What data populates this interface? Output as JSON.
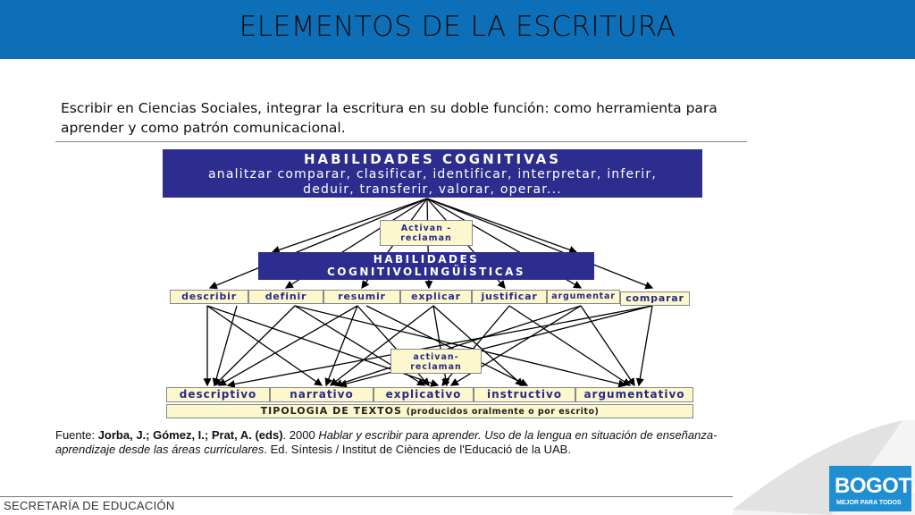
{
  "header": {
    "title": "ELEMENTOS DE LA ESCRITURA"
  },
  "intro": "Escribir en Ciencias Sociales, integrar la escritura en su doble función: como herramienta para aprender y como patrón comunicacional.",
  "diagram": {
    "cognitive": {
      "title": "HABILIDADES COGNITIVAS",
      "line1": "analitzar comparar, clasificar, identificar, interpretar, inferir,",
      "line2": "deduir, transferir, valorar, operar..."
    },
    "activan_top": {
      "line1": "Activan -",
      "line2": "reclaman"
    },
    "linguistic": {
      "line1": "HABILIDADES",
      "line2": "COGNITIVOLINGÜÍSTICAS"
    },
    "skills": [
      "describir",
      "definir",
      "resumir",
      "explicar",
      "justificar",
      "argumentar",
      "comparar"
    ],
    "activan_bottom": {
      "line1": "activan-",
      "line2": "reclaman"
    },
    "text_types": [
      "descriptivo",
      "narrativo",
      "explicativo",
      "instructivo",
      "argumentativo"
    ],
    "tipologia": {
      "main": "TIPOLOGIA DE TEXTOS",
      "sub": "(producidos oralmente o por escrito)"
    }
  },
  "source": {
    "label": "Fuente: ",
    "authors": "Jorba, J.; Gómez, I.; Prat, A. (eds)",
    "year": ". 2000 ",
    "title": "Hablar y escribir para aprender. Uso de la lengua en situación de enseñanza-aprendizaje desde las áreas curriculares",
    "rest": ". Ed. Síntesis / Institut de Ciències de l'Educació de la UAB."
  },
  "footer": {
    "text": "SECRETARÍA DE EDUCACIÓN"
  },
  "logo": {
    "name": "BOGOTÁ",
    "tagline": "MEJOR PARA TODOS"
  },
  "colors": {
    "header": "#0d6fb8",
    "dark_box": "#2d2d8f",
    "light_box": "#fcf7cc",
    "logo": "#1f8fd1"
  }
}
